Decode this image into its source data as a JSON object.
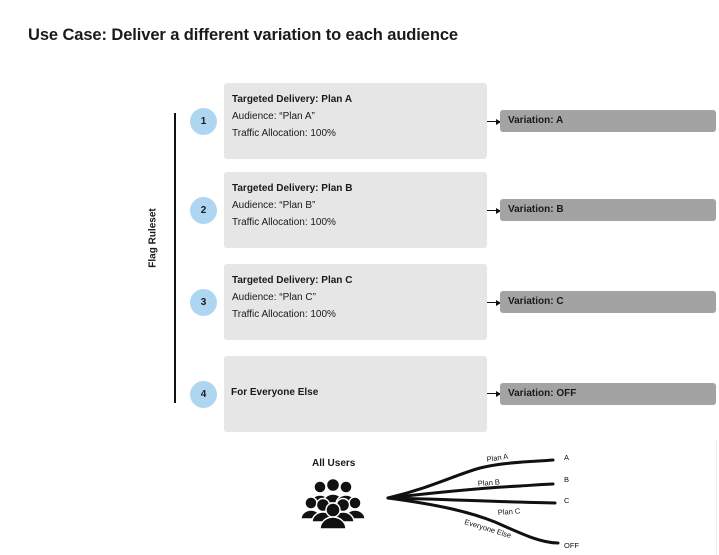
{
  "title": "Use Case: Deliver a different variation to each audience",
  "ruleset_label": "Flag Ruleset",
  "rules": [
    {
      "number": "1",
      "title": "Targeted Delivery: Plan A",
      "audience": "Audience: “Plan A”",
      "traffic": "Traffic Allocation: 100%",
      "variation": "Variation: A"
    },
    {
      "number": "2",
      "title": "Targeted Delivery: Plan B",
      "audience": "Audience:  “Plan B”",
      "traffic": "Traffic Allocation: 100%",
      "variation": "Variation: B"
    },
    {
      "number": "3",
      "title": "Targeted Delivery: Plan C",
      "audience": "Audience: “Plan C”",
      "traffic": "Traffic Allocation: 100%",
      "variation": "Variation: C"
    },
    {
      "number": "4",
      "title": "For Everyone Else",
      "variation": "Variation: OFF"
    }
  ],
  "colors": {
    "number_circle": "#aed6f1",
    "rule_box": "#e6e6e6",
    "variation_box": "#a3a3a3"
  },
  "users": {
    "label": "All Users",
    "icon": "group-of-users-icon",
    "branches": [
      {
        "label": "Plan A",
        "end": "A"
      },
      {
        "label": "Plan B",
        "end": "B"
      },
      {
        "label": "Plan C",
        "end": "C"
      },
      {
        "label": "Everyone Else",
        "end": "OFF"
      }
    ]
  }
}
